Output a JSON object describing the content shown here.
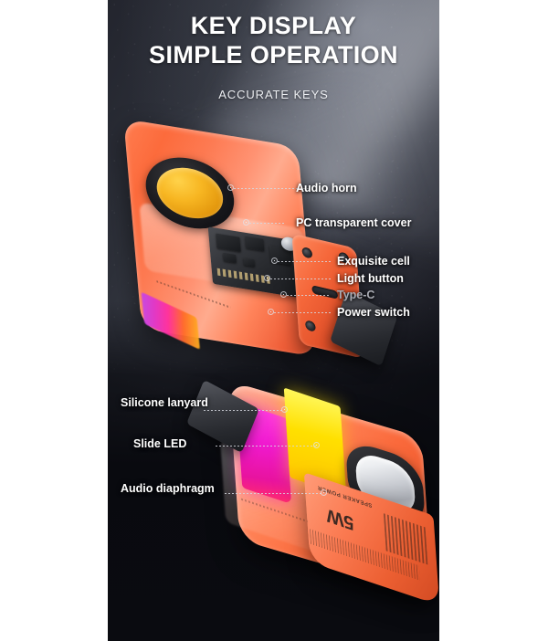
{
  "header": {
    "title_line1": "KEY DISPLAY",
    "title_line2": "SIMPLE OPERATION",
    "subtitle": "ACCURATE KEYS"
  },
  "callouts": {
    "right": [
      {
        "label": "Audio horn",
        "style": "white"
      },
      {
        "label": "PC transparent cover",
        "style": "white"
      },
      {
        "label": "Exquisite cell",
        "style": "white"
      },
      {
        "label": "Light button",
        "style": "white"
      },
      {
        "label": "Type-C",
        "style": "muted"
      },
      {
        "label": "Power switch",
        "style": "white"
      }
    ],
    "left": [
      {
        "label": "Silicone lanyard",
        "style": "white"
      },
      {
        "label": "Slide LED",
        "style": "white"
      },
      {
        "label": "Audio diaphragm",
        "style": "white"
      }
    ]
  },
  "product_markings": {
    "power_rating": "5W",
    "power_label": "SPEAKER POWER"
  },
  "colors": {
    "background_dark": "#0d0e14",
    "panel_sheen": "#4a4c55",
    "body_orange": "#fa6a3c",
    "horn_gold": "#f7b622",
    "led_magenta": "#f01ad0",
    "led_yellow": "#ffe000",
    "diaphragm_silver": "#c9ccd2",
    "text_white": "#ffffff",
    "text_muted": "#a9abb3"
  }
}
